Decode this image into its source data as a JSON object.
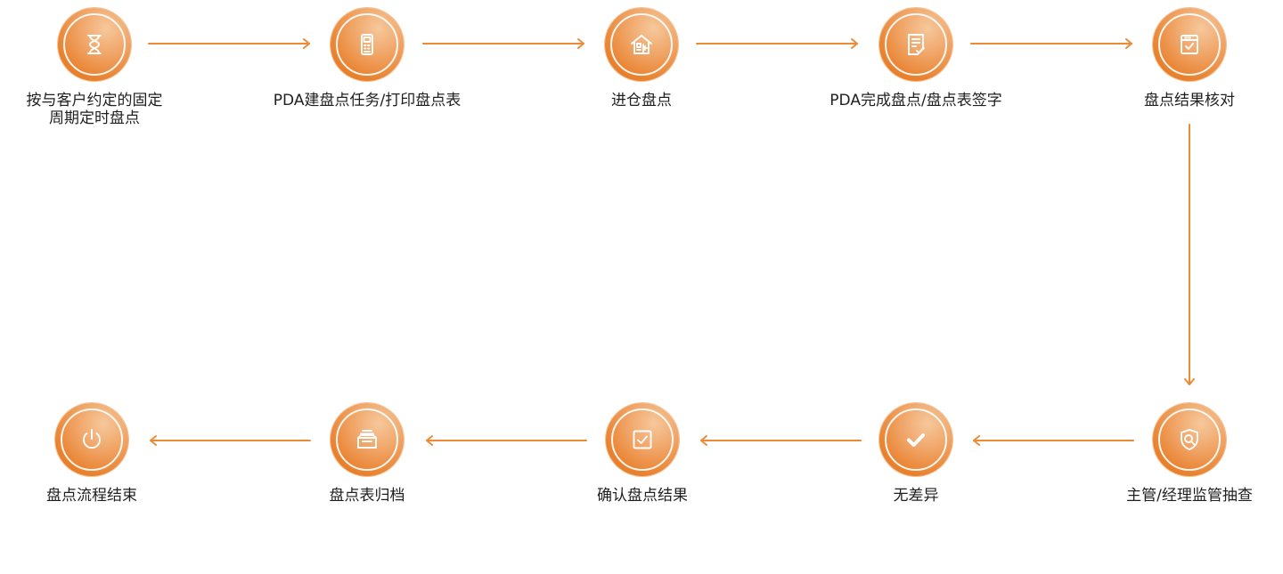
{
  "colors": {
    "accent": "#e9822f",
    "line": "#ee8a35",
    "text": "#1f1f1f"
  },
  "flow": {
    "steps": [
      {
        "id": "fixed-cycle",
        "icon": "hourglass-icon",
        "label_lines": [
          "按与客户约定的固定",
          "周期定时盘点"
        ]
      },
      {
        "id": "pda-create-task",
        "icon": "handheld-scanner-icon",
        "label_lines": [
          "PDA建盘点任务/打印盘点表"
        ]
      },
      {
        "id": "enter-warehouse",
        "icon": "warehouse-enter-icon",
        "label_lines": [
          "进仓盘点"
        ]
      },
      {
        "id": "pda-complete",
        "icon": "document-check-icon",
        "label_lines": [
          "PDA完成盘点/盘点表签字"
        ]
      },
      {
        "id": "verify-result",
        "icon": "checklist-icon",
        "label_lines": [
          "盘点结果核对"
        ]
      },
      {
        "id": "supervisor-check",
        "icon": "shield-search-icon",
        "label_lines": [
          "主管/经理监管抽查"
        ]
      },
      {
        "id": "no-difference",
        "icon": "check-mark-icon",
        "label_lines": [
          "无差异"
        ]
      },
      {
        "id": "confirm-result",
        "icon": "checkbox-icon",
        "label_lines": [
          "确认盘点结果"
        ]
      },
      {
        "id": "archive",
        "icon": "inbox-tray-icon",
        "label_lines": [
          "盘点表归档"
        ]
      },
      {
        "id": "end",
        "icon": "power-icon",
        "label_lines": [
          "盘点流程结束"
        ]
      }
    ]
  }
}
